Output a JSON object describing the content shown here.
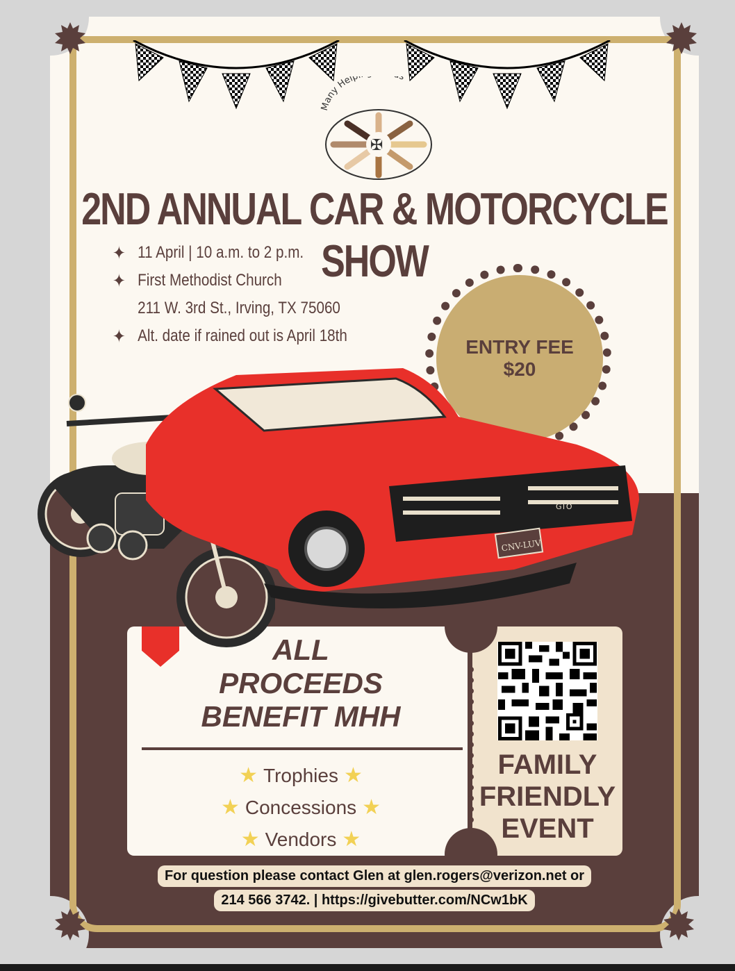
{
  "flyer": {
    "organization": "Many Helping Hands",
    "title": "2ND ANNUAL CAR & MOTORCYCLE SHOW",
    "details": [
      {
        "icon": "sparkle-icon",
        "text": "11 April | 10 a.m. to 2 p.m."
      },
      {
        "icon": "sparkle-icon",
        "text": "First Methodist Church"
      },
      {
        "icon": "",
        "text": "211 W. 3rd St., Irving, TX 75060"
      },
      {
        "icon": "sparkle-icon",
        "text": "Alt. date if rained out is April 18th"
      }
    ],
    "entry_fee": {
      "label": "ENTRY FEE",
      "amount": "$20"
    },
    "license_plate": "CNV-LUV",
    "car_badge": "GTO",
    "proceeds": [
      "ALL",
      "PROCEEDS",
      "BENEFIT MHH"
    ],
    "perks": [
      "Trophies",
      "Concessions",
      "Vendors"
    ],
    "perk_star": "★",
    "family": [
      "FAMILY",
      "FRIENDLY",
      "EVENT"
    ],
    "contact": {
      "line1": "For question please contact Glen at glen.rogers@verizon.net or",
      "line2": "214 566 3742. | https://givebutter.com/NCw1bK"
    }
  },
  "colors": {
    "cream": "#fcf8f1",
    "brown": "#5a3f3c",
    "gold": "#cdb06f",
    "tan": "#c9ad72",
    "ticket_tan": "#f1e3cd",
    "red": "#e8302a",
    "star_yellow": "#f2d155",
    "outer_gray": "#d6d6d6"
  }
}
